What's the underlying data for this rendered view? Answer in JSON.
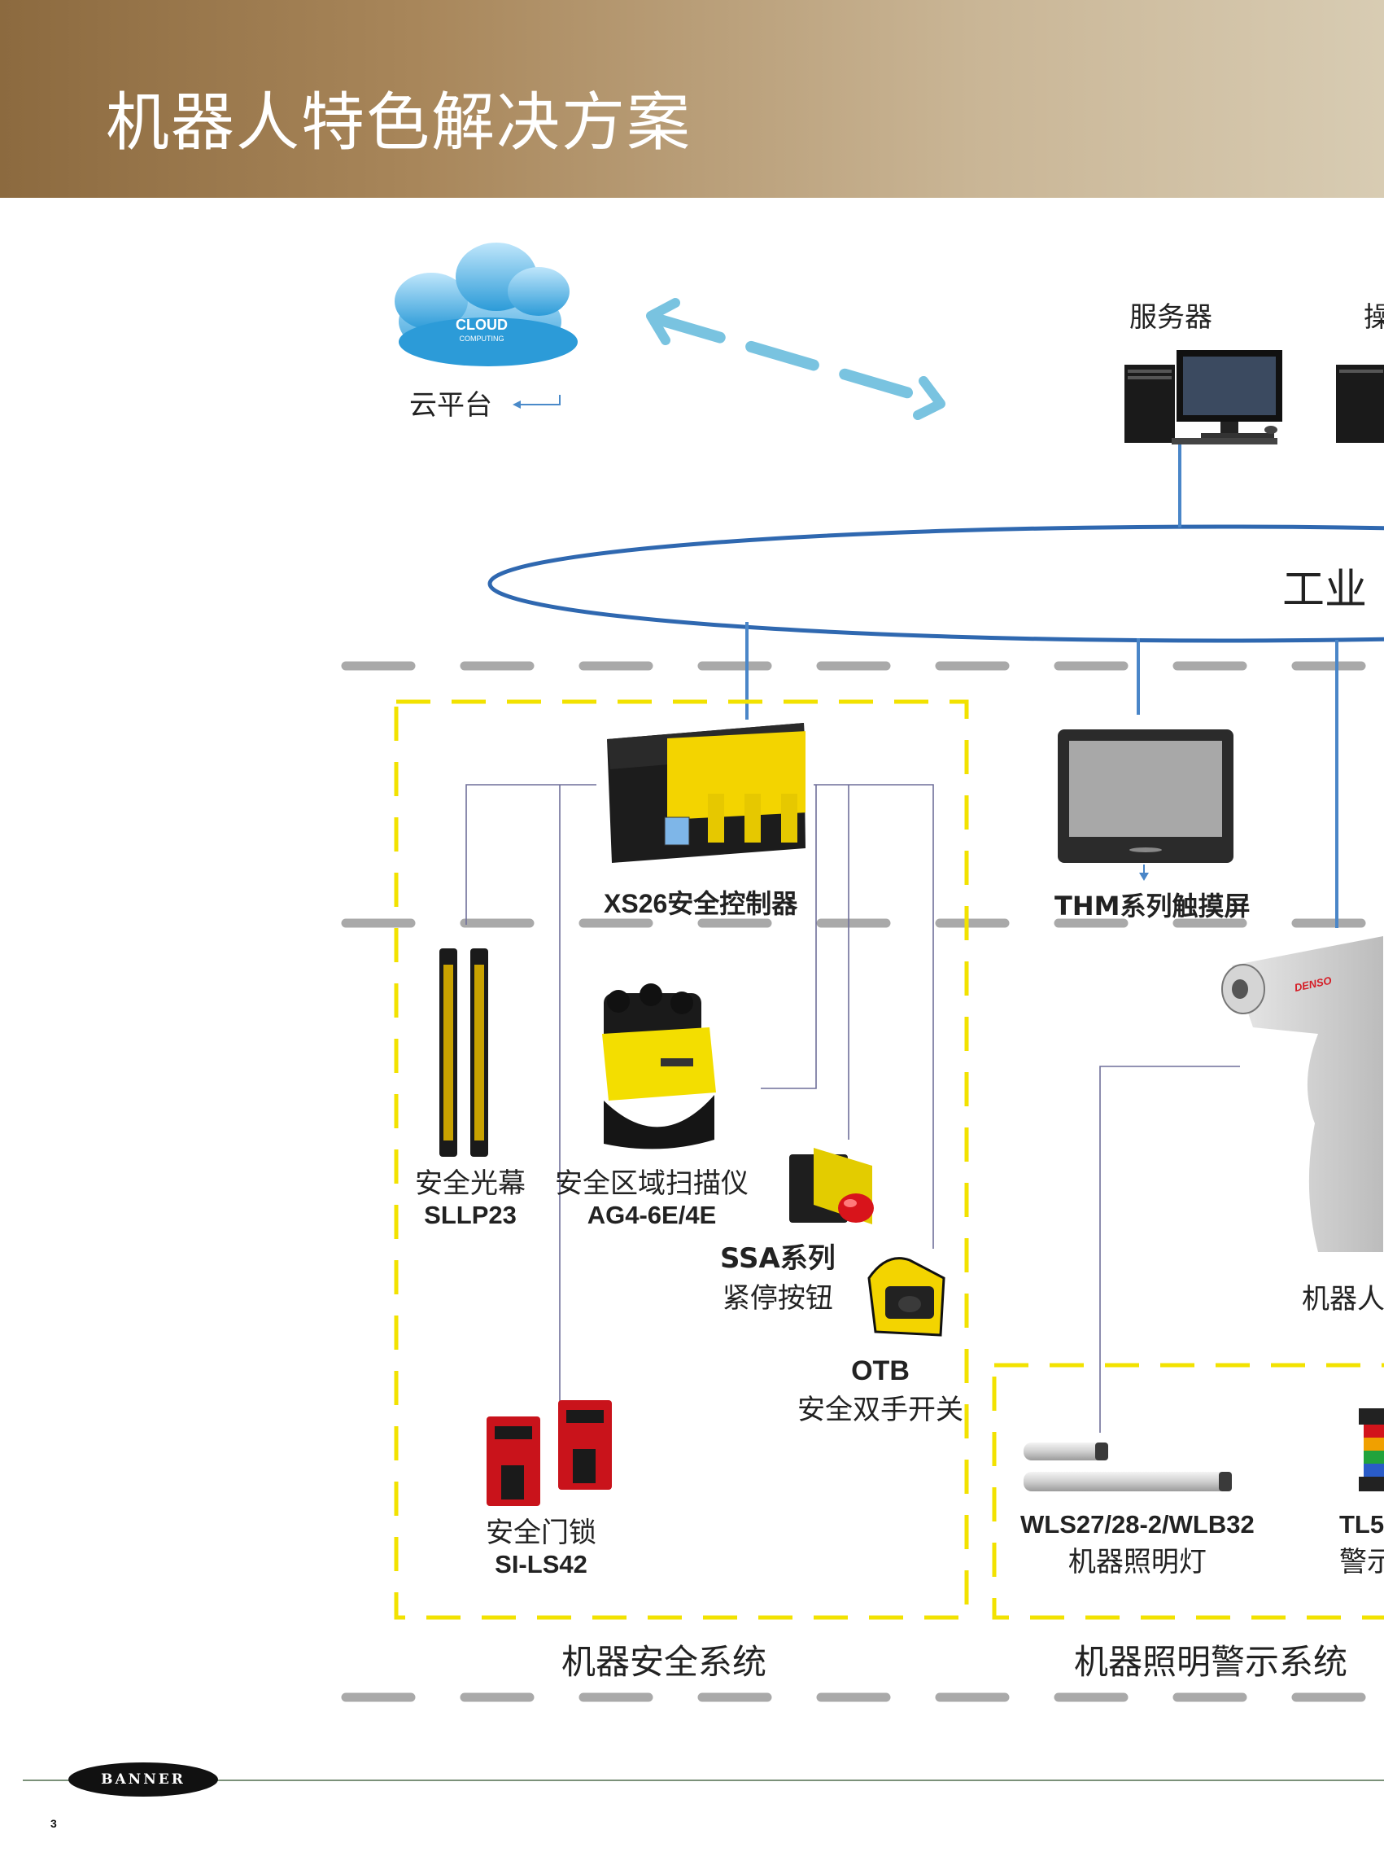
{
  "title": "机器人特色解决方案",
  "cloud": {
    "logo_text": "CLOUD",
    "logo_sub": "COMPUTING",
    "label": "云平台"
  },
  "server_label": "服务器",
  "server2_partial": "操",
  "network_label": "工业",
  "controller_label": "XS26安全控制器",
  "thm_label": "THM系列触摸屏",
  "light_curtain": {
    "line1": "安全光幕",
    "line2": "SLLP23"
  },
  "scanner": {
    "line1": "安全区域扫描仪",
    "line2": "AG4-6E/4E"
  },
  "estop": {
    "line1": "SSA系列",
    "line2": "紧停按钮"
  },
  "otb": {
    "line1": "OTB",
    "line2": "安全双手开关"
  },
  "door_lock": {
    "line1": "安全门锁",
    "line2": "SI-LS42"
  },
  "robot_label": "机器人",
  "robot_brand": "DENSO",
  "lighting": {
    "line1": "WLS27/28-2/WLB32",
    "line2": "机器照明灯"
  },
  "tower": {
    "line1": "TL5",
    "line2": "警示"
  },
  "section_safety": "机器安全系统",
  "section_lighting": "机器照明警示系统",
  "footer": {
    "logo": "BANNER",
    "page": "3"
  },
  "colors": {
    "yellow": "#f2e200",
    "blue": "#2f68b0",
    "gray": "#a9a9a9",
    "device_yellow": "#f3d400"
  }
}
